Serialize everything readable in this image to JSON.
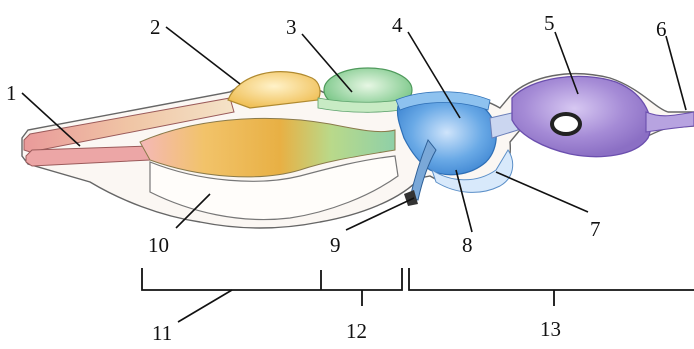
{
  "diagram": {
    "labels": [
      "1",
      "2",
      "3",
      "4",
      "5",
      "6",
      "7",
      "8",
      "9",
      "10",
      "11",
      "12",
      "13"
    ],
    "colors": {
      "red_region": "#e79a9a",
      "yellow_region": "#f1c05a",
      "green_region": "#8fd38f",
      "blue_region": "#5b9fe0",
      "purple_region": "#a88ed9",
      "outline": "#555555"
    }
  }
}
